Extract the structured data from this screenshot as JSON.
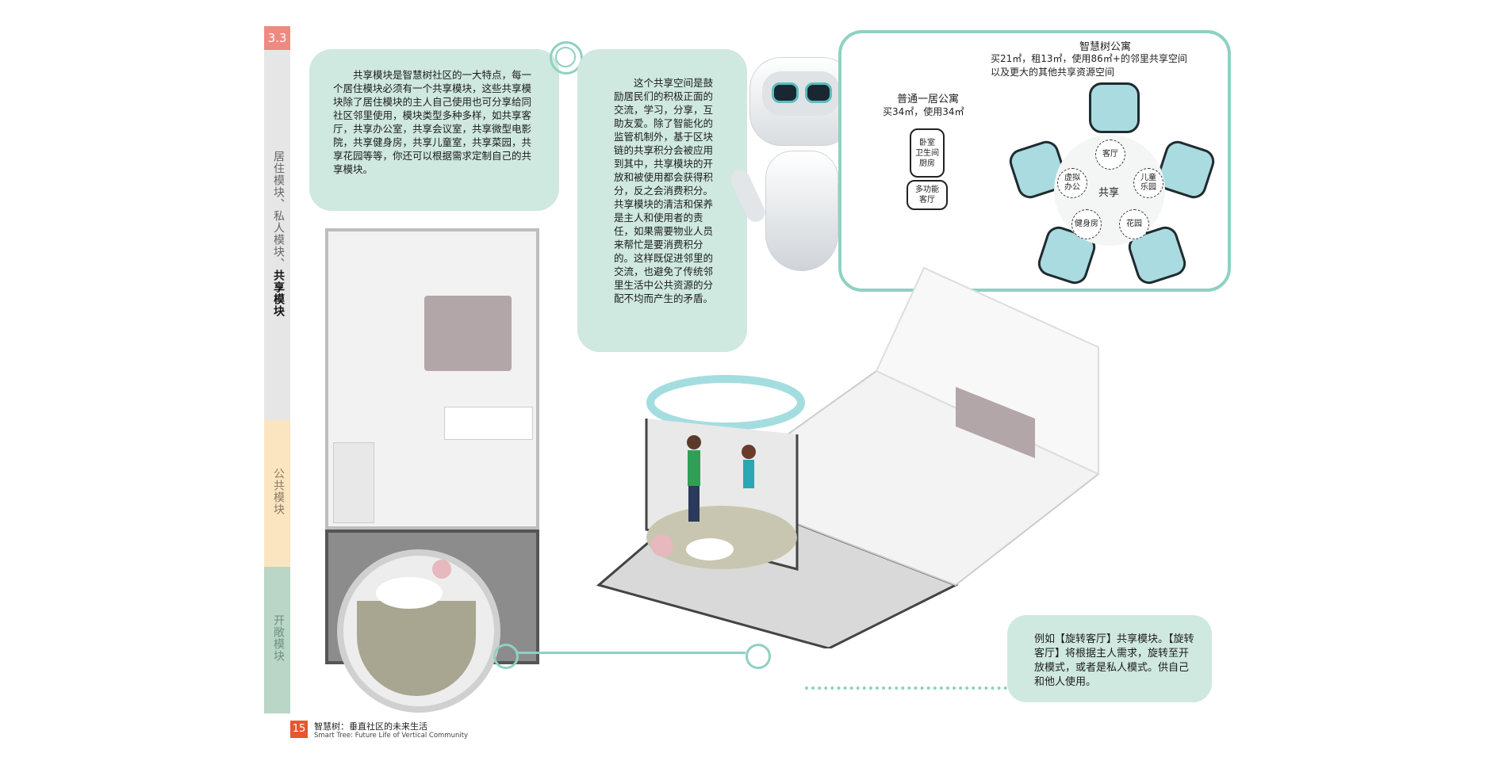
{
  "section_number": "3.3",
  "side_tabs": {
    "top_light": "居住模块、私人模块、",
    "top_bold": "共享模块",
    "middle": "公共模块",
    "bottom": "开敞模块"
  },
  "left_bubble": "共享模块是智慧树社区的一大特点，每一个居住模块必须有一个共享模块，这些共享模块除了居住模块的主人自己使用也可分享给同社区邻里使用，模块类型多种多样，如共享客厅，共享办公室，共享会议室，共享微型电影院，共享健身房，共享儿童室，共享菜园，共享花园等等，你还可以根据需求定制自己的共享模块。",
  "center_bubble": "这个共享空间是鼓励居民们的积极正面的交流，学习，分享，互助友爱。除了智能化的监管机制外，基于区块链的共享积分会被应用到其中，共享模块的开放和被使用都会获得积分，反之会消费积分。共享模块的清洁和保养是主人和使用者的责任，如果需要物业人员来帮忙是要消费积分的。这样既促进邻里的交流，也避免了传统邻里生活中公共资源的分配不均而产生的矛盾。",
  "diagram": {
    "normal_title": "普通一居公寓",
    "normal_sub": "买34㎡，使用34㎡",
    "normal_room1": "卧室\n卫生间\n厨房",
    "normal_room2": "多功能\n客厅",
    "smart_title": "智慧树公寓",
    "smart_sub1": "买21㎡，租13㎡，使用86㎡+的邻里共享空间",
    "smart_sub2": "以及更大的其他共享资源空间",
    "center_label": "共享",
    "nodes": [
      "客厅",
      "儿童\n乐园",
      "花园",
      "健身房",
      "虚拟\n办公"
    ]
  },
  "bottom_right_bubble": "例如【旋转客厅】共享模块。【旋转客厅】将根据主人需求，旋转至开放模式，或者是私人模式。供自己和他人使用。",
  "footer": {
    "page_number": "15",
    "title_cn": "智慧树：垂直社区的未来生活",
    "title_en": "Smart Tree: Future Life of Vertical Community"
  },
  "colors": {
    "accent_red": "#ee8a80",
    "bubble_green": "#cfe8e0",
    "frame_teal": "#8fd1c2",
    "node_blue": "#a9dbe0",
    "strip_gray": "#e5e5e5",
    "strip_yellow": "#fbe5c0",
    "strip_green": "#b9d6c6"
  }
}
